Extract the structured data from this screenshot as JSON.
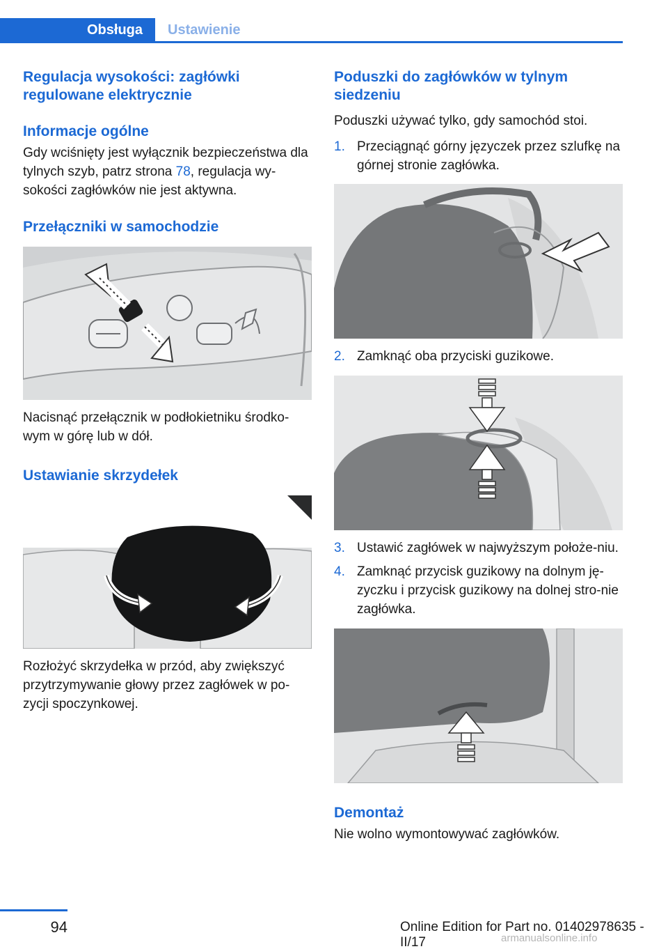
{
  "header": {
    "tab_active": "Obsługa",
    "tab_inactive": "Ustawienie"
  },
  "left": {
    "heading1": "Regulacja wysokości: zagłówki regulowane elektrycznie",
    "sub1": "Informacje ogólne",
    "para1_pre": "Gdy wciśnięty jest wyłącznik bezpieczeństwa dla tylnych szyb, patrz strona ",
    "para1_link": "78",
    "para1_post": ", regulacja wy‐sokości zagłówków nie jest aktywna.",
    "sub2": "Przełączniki w samochodzie",
    "para2": "Nacisnąć przełącznik w podłokietniku środko‐wym w górę lub w dół.",
    "heading2": "Ustawianie skrzydełek",
    "para3": "Rozłożyć skrzydełka w przód, aby zwiększyć przytrzymywanie głowy przez zagłówek w po‐zycji spoczynkowej."
  },
  "right": {
    "heading1": "Poduszki do zagłówków w tylnym siedzeniu",
    "intro": "Poduszki używać tylko, gdy samochód stoi.",
    "steps": [
      {
        "num": "1.",
        "text": "Przeciągnąć górny języczek przez szlufkę na górnej stronie zagłówka."
      },
      {
        "num": "2.",
        "text": "Zamknąć oba przyciski guzikowe."
      },
      {
        "num": "3.",
        "text": "Ustawić zagłówek w najwyższym położe‐niu."
      },
      {
        "num": "4.",
        "text": "Zamknąć przycisk guzikowy na dolnym ję‐zyczku i przycisk guzikowy na dolnej stro‐nie zagłówka."
      }
    ],
    "heading2": "Demontaż",
    "para_end": "Nie wolno wymontowywać zagłówków."
  },
  "footer": {
    "page_number": "94",
    "edition": "Online Edition for Part no. 01402978635 - II/17",
    "watermark": "armanualsonline.info"
  },
  "colors": {
    "accent": "#1c69d4",
    "text": "#1a1a1a"
  }
}
